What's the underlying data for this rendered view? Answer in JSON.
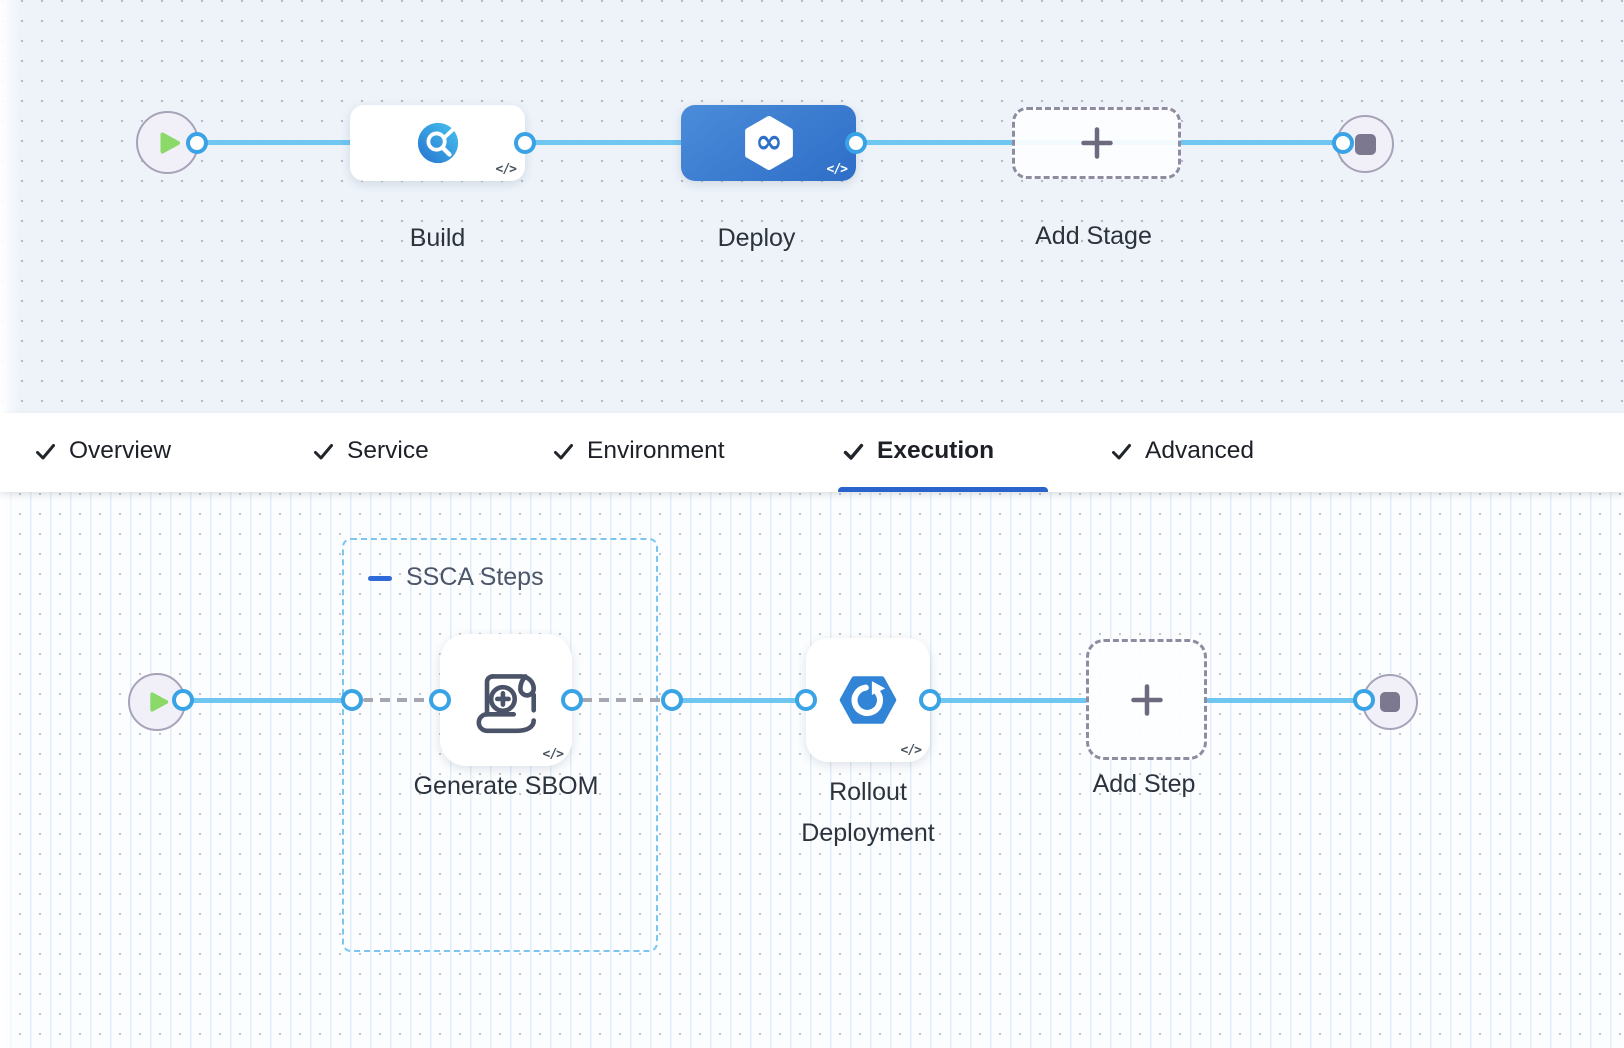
{
  "colors": {
    "connector_blue": "#6fc6f1",
    "port_ring_blue": "#39a3e6",
    "selected_stage_blue": "#2e6ec7",
    "tab_underline_blue": "#2a63cc",
    "group_border_blue": "#7cc5ef",
    "play_green": "#8bd968",
    "terminal_gray": "#7b7890"
  },
  "stage_flow": {
    "code_badge": "</>",
    "stages": [
      {
        "label": "Build"
      },
      {
        "label": "Deploy",
        "selected": true
      },
      {
        "label": "Add Stage",
        "type": "add"
      }
    ]
  },
  "tab_bar": {
    "tabs": [
      {
        "label": "Overview",
        "checked": true
      },
      {
        "label": "Service",
        "checked": true
      },
      {
        "label": "Environment",
        "checked": true
      },
      {
        "label": "Execution",
        "checked": true,
        "active": true
      },
      {
        "label": "Advanced",
        "checked": true
      }
    ]
  },
  "execution_flow": {
    "group_label": "SSCA Steps",
    "code_badge": "</>",
    "steps": [
      {
        "label": "Generate SBOM",
        "group": "SSCA Steps"
      },
      {
        "label": "Rollout Deployment"
      },
      {
        "label": "Add Step",
        "type": "add"
      }
    ]
  }
}
